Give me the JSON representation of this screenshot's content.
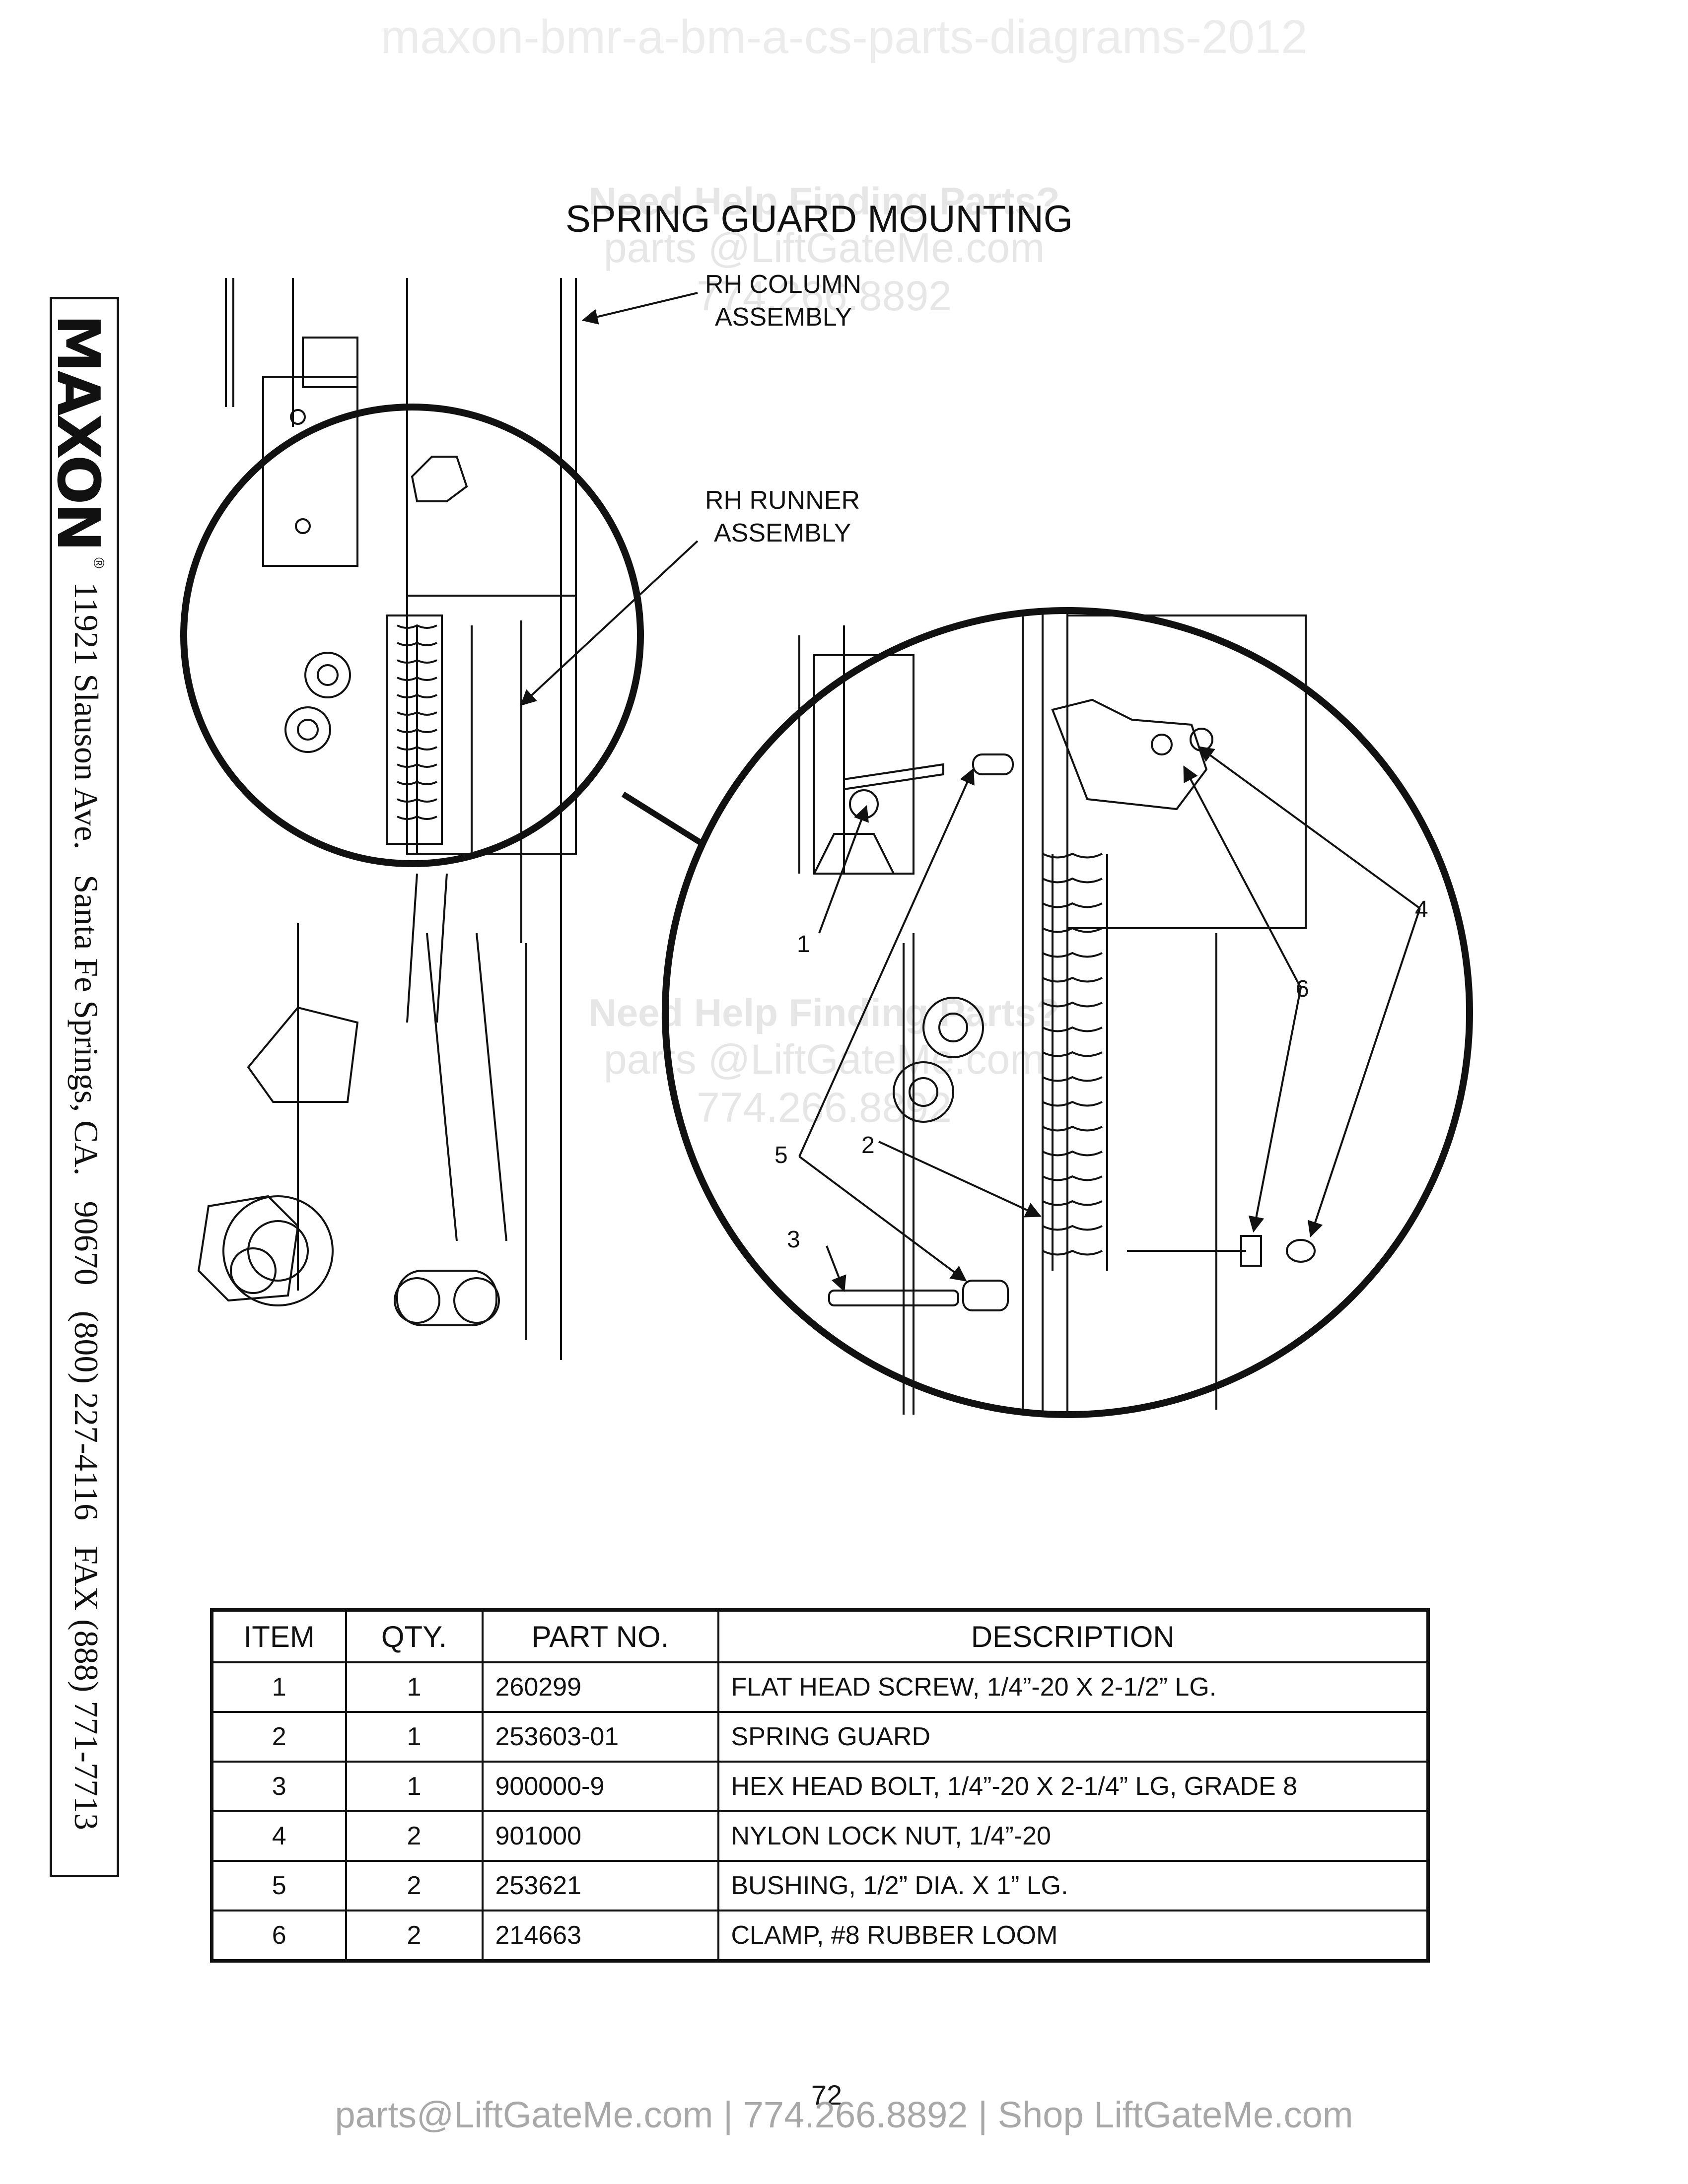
{
  "watermark": "maxon-bmr-a-bm-a-cs-parts-diagrams-2012",
  "title": "SPRING GUARD MOUNTING",
  "help_watermark": {
    "line1": "Need Help Finding Parts?",
    "line2": "parts @LiftGateMe.com",
    "line3": "774.266.8892"
  },
  "callouts": {
    "column": [
      "RH COLUMN",
      "ASSEMBLY"
    ],
    "runner": [
      "RH RUNNER",
      "ASSEMBLY"
    ]
  },
  "item_labels": [
    "1",
    "2",
    "3",
    "4",
    "5",
    "6"
  ],
  "sidebar": {
    "brand": "MAXON",
    "registered": "®",
    "address": "11921 Slauson Ave.   Santa Fe Springs, CA.   90670   (800) 227-4116   FAX (888) 771-7713"
  },
  "table": {
    "headers": [
      "ITEM",
      "QTY.",
      "PART NO.",
      "DESCRIPTION"
    ],
    "rows": [
      {
        "item": "1",
        "qty": "1",
        "part_no": "260299",
        "description": "FLAT HEAD SCREW, 1/4”-20 X 2-1/2” LG."
      },
      {
        "item": "2",
        "qty": "1",
        "part_no": "253603-01",
        "description": "SPRING GUARD"
      },
      {
        "item": "3",
        "qty": "1",
        "part_no": "900000-9",
        "description": "HEX HEAD BOLT, 1/4”-20 X 2-1/4” LG, GRADE 8"
      },
      {
        "item": "4",
        "qty": "2",
        "part_no": "901000",
        "description": "NYLON LOCK NUT, 1/4”-20"
      },
      {
        "item": "5",
        "qty": "2",
        "part_no": "253621",
        "description": "BUSHING, 1/2” DIA. X 1” LG."
      },
      {
        "item": "6",
        "qty": "2",
        "part_no": "214663",
        "description": "CLAMP, #8 RUBBER LOOM"
      }
    ]
  },
  "page_number": "72",
  "footer": "parts@LiftGateMe.com | 774.266.8892 | Shop LiftGateMe.com"
}
